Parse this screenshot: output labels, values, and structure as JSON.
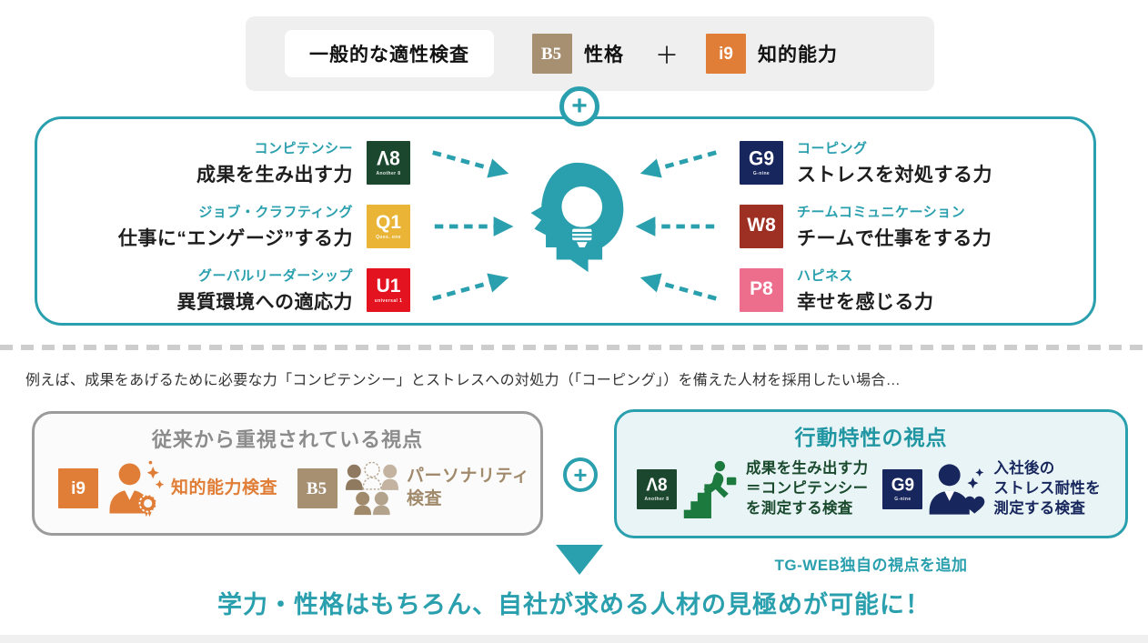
{
  "colors": {
    "teal": "#2aa0ae",
    "a8_green": "#1a472e",
    "q1_yellow": "#eab437",
    "u1_red": "#e3131f",
    "g9_navy": "#17265c",
    "w8_brick": "#9e2f23",
    "p8_pink": "#ec6d8c",
    "b5_tan": "#a78f72",
    "i9_orange": "#e07d36",
    "legacy_title_gray": "#8c8c8c",
    "behavior_bg": "#e8f4f5"
  },
  "glyphs": {
    "plus": "+"
  },
  "top_bar": {
    "label": "一般的な適性検査",
    "plus": "＋",
    "items": [
      {
        "code": "B5",
        "text": "性格"
      },
      {
        "code": "i9",
        "text": "知的能力"
      }
    ]
  },
  "main_box": {
    "left": [
      {
        "tag": "コンピテンシー",
        "title": "成果を生み出す力",
        "code": "Λ8",
        "sub": "Another 8"
      },
      {
        "tag": "ジョブ・クラフティング",
        "title": "仕事に“エンゲージ”する力",
        "code": "Q1",
        "sub": "Ques. one"
      },
      {
        "tag": "グーバルリーダーシップ",
        "title": "異質環境への適応力",
        "code": "U1",
        "sub": "universal 1"
      }
    ],
    "right": [
      {
        "tag": "コーピング",
        "title": "ストレスを対処する力",
        "code": "G9",
        "sub": "G-nine"
      },
      {
        "tag": "チームコミュニケーション",
        "title": "チームで仕事をする力",
        "code": "W8",
        "sub": ""
      },
      {
        "tag": "ハピネス",
        "title": "幸せを感じる力",
        "code": "P8",
        "sub": ""
      }
    ]
  },
  "note": "例えば、成果をあげるために必要な力「コンピテンシー」とストレスへの対処力（「コーピング」）を備えた人材を採用したい場合…",
  "legacy_box": {
    "title": "従来から重視されている視点",
    "items": [
      {
        "code": "i9",
        "label": "知的能力検査"
      },
      {
        "code": "B5",
        "lines": [
          "パーソナリティ",
          "検査"
        ]
      }
    ]
  },
  "behavior_box": {
    "title": "行動特性の視点",
    "items": [
      {
        "code": "Λ8",
        "sub": "Another 8",
        "lines": [
          "成果を生み出す力",
          "＝コンピテンシー",
          "を測定する検査"
        ]
      },
      {
        "code": "G9",
        "sub": "G-nine",
        "lines": [
          "入社後の",
          "ストレス耐性を",
          "測定する検査"
        ]
      }
    ]
  },
  "tgweb_note": "TG-WEB独自の視点を追加",
  "headline": "学力・性格はもちろん、自社が求める人材の見極めが可能に！"
}
